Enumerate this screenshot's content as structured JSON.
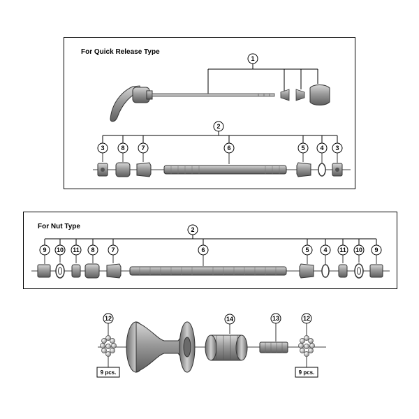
{
  "panels": {
    "quick_release": {
      "title": "For Quick Release Type"
    },
    "nut": {
      "title": "For Nut Type"
    }
  },
  "callouts": {
    "qr_skewer": "1",
    "qr_axle_assembly": "2",
    "qr_left_locknut": "3",
    "qr_left_spacer": "8",
    "qr_left_cone": "7",
    "qr_axle": "6",
    "qr_right_cone": "5",
    "qr_right_washer": "4",
    "qr_right_locknut": "3",
    "nut_axle_assembly": "2",
    "nut_left_hub_nut": "9",
    "nut_left_washer": "10",
    "nut_left_lock_washer": "11",
    "nut_left_spacer": "8",
    "nut_left_cone": "7",
    "nut_axle": "6",
    "nut_right_cone": "5",
    "nut_right_washer": "4",
    "nut_right_lock_washer": "11",
    "nut_right_washer_b": "10",
    "nut_right_hub_nut": "9",
    "left_bearings": "12",
    "freehub_body": "14",
    "freehub_fixing_bolt": "13",
    "right_bearings": "12"
  },
  "quantity_labels": {
    "left_bearings": "9 pcs.",
    "right_bearings": "9 pcs."
  }
}
